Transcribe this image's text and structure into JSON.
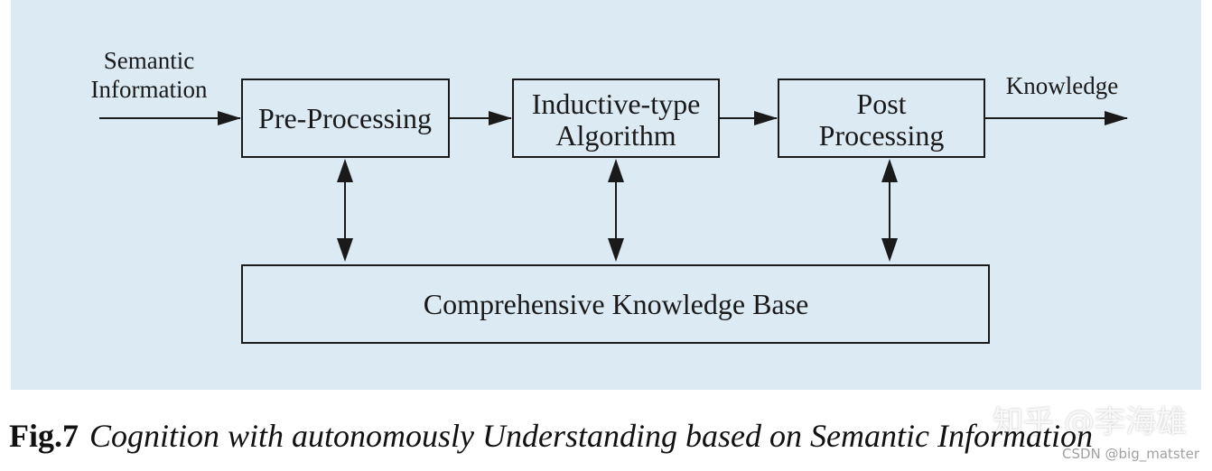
{
  "diagram": {
    "input_label_line1": "Semantic",
    "input_label_line2": "Information",
    "output_label": "Knowledge",
    "boxes": {
      "pre_processing": "Pre-Processing",
      "inductive_line1": "Inductive-type",
      "inductive_line2": "Algorithm",
      "post_line1": "Post",
      "post_line2": "Processing",
      "knowledge_base": "Comprehensive Knowledge Base"
    },
    "colors": {
      "background": "#dbeaf3",
      "stroke": "#1a1a1a"
    }
  },
  "caption": {
    "figure_number": "Fig.7",
    "title": "Cognition with autonomously Understanding based on Semantic Information"
  },
  "watermarks": {
    "zhihu": "知乎 @李海雄",
    "csdn": "CSDN @big_matster"
  }
}
